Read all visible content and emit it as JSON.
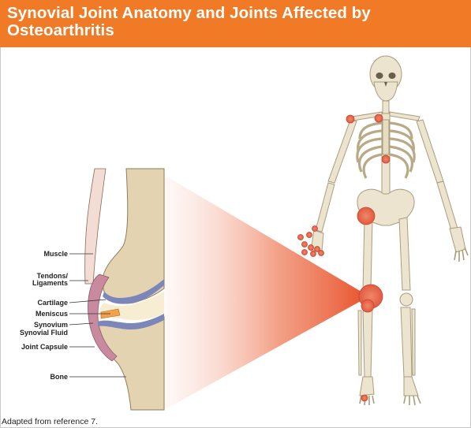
{
  "title": "Synovial Joint Anatomy and Joints Affected by Osteoarthritis",
  "title_lines": [
    "Synovial Joint Anatomy and Joints Affected by",
    "Osteoarthritis"
  ],
  "labels": {
    "muscle": "Muscle",
    "tendons": "Tendons/",
    "ligaments": "Ligaments",
    "cartilage": "Cartilage",
    "meniscus": "Meniscus",
    "synovium": "Synovium",
    "synovial_fluid": "Synovial Fluid",
    "joint_capsule": "Joint Capsule",
    "bone": "Bone"
  },
  "credit": "Adapted from reference 7.",
  "colors": {
    "banner": "#f07a26",
    "bone": "#ece4cf",
    "bone_shadow": "#cfc3a4",
    "cartilage": "#7d86b8",
    "synovium": "#c98aa0",
    "highlight": "#e8664a"
  }
}
